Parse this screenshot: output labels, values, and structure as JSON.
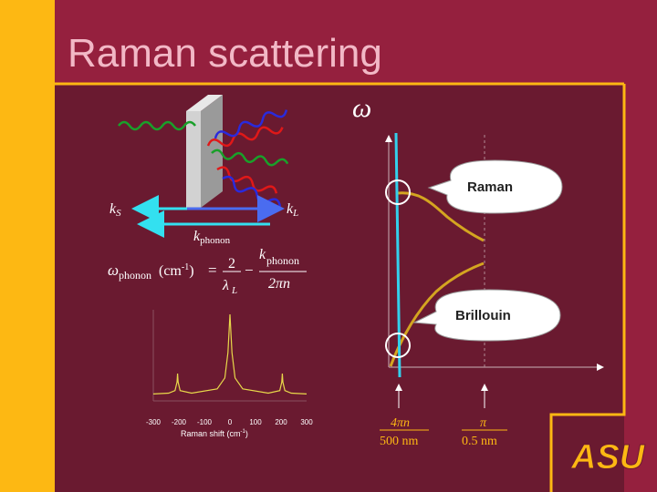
{
  "slide": {
    "title": "Raman scattering",
    "colors": {
      "background": "#95203e",
      "panel": "#6a1a30",
      "gold": "#fdb813"
    }
  },
  "diagram": {
    "k_S": "k",
    "k_S_sub": "S",
    "k_L": "k",
    "k_L_sub": "L",
    "k_phonon": "k",
    "k_phonon_sub": "phonon",
    "formula": {
      "omega": "ω",
      "omega_sub": "phonon",
      "units": "(cm",
      "units_exp": "-1",
      "units_close": ")",
      "equals": "=",
      "num1": "2",
      "den1": "λ",
      "den1_sub": "L",
      "minus": "−",
      "num2": "k",
      "num2_sub": "phonon",
      "den2": "2πn"
    }
  },
  "spectrum": {
    "xlabel": "Raman shift (cm",
    "xlabel_exp": "-1",
    "xlabel_close": ")",
    "xticks": [
      "-300",
      "-200",
      "-100",
      "0",
      "100",
      "200",
      "300"
    ]
  },
  "chart_data": {
    "type": "line",
    "xlabel": "Raman shift (cm-1)",
    "xlim": [
      -300,
      300
    ],
    "x": [
      -300,
      -240,
      -215,
      -207,
      -205,
      -203,
      -195,
      -150,
      -50,
      -20,
      -8,
      0,
      8,
      20,
      50,
      150,
      195,
      203,
      205,
      207,
      215,
      240,
      300
    ],
    "y": [
      0.06,
      0.07,
      0.1,
      0.2,
      0.3,
      0.2,
      0.1,
      0.07,
      0.12,
      0.25,
      0.55,
      1.0,
      0.55,
      0.25,
      0.12,
      0.07,
      0.1,
      0.2,
      0.3,
      0.2,
      0.1,
      0.07,
      0.06
    ]
  },
  "dispersion": {
    "axis_label": "ω",
    "raman_label": "Raman",
    "brillouin_label": "Brillouin",
    "tick1_num": "4πn",
    "tick1_den": "500 nm",
    "tick2_num": "π",
    "tick2_den": "0.5 nm"
  },
  "logo": {
    "text": "ASU"
  }
}
